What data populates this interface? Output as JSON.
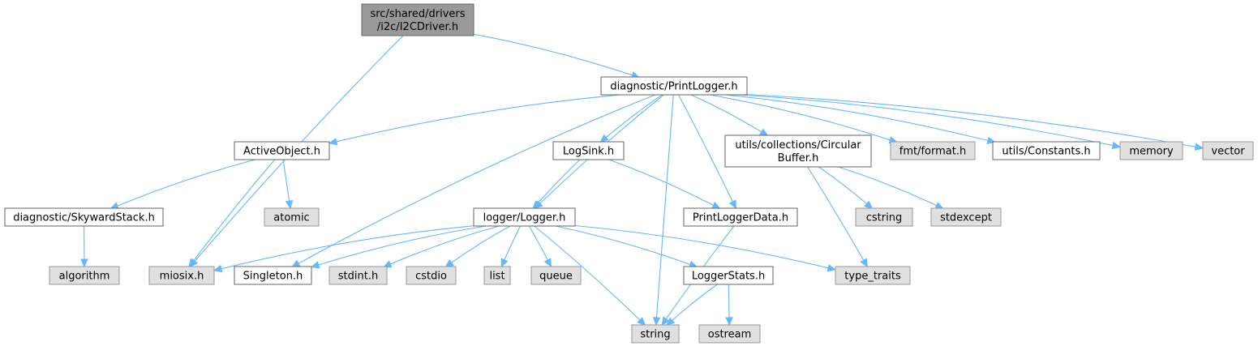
{
  "colors": {
    "edge": "#63b8ff",
    "root_fill": "#999999",
    "root_stroke": "#666666",
    "doc_fill": "#ffffff",
    "doc_stroke": "#666666",
    "ext_fill": "#e0e0e0",
    "ext_stroke": "#999999"
  },
  "nodes": [
    {
      "id": "i2c",
      "lines": [
        "src/shared/drivers",
        "/i2c/I2CDriver.h"
      ],
      "kind": "root"
    },
    {
      "id": "printlogger",
      "lines": [
        "diagnostic/PrintLogger.h"
      ],
      "kind": "doc"
    },
    {
      "id": "activeobject",
      "lines": [
        "ActiveObject.h"
      ],
      "kind": "doc"
    },
    {
      "id": "logsink",
      "lines": [
        "LogSink.h"
      ],
      "kind": "doc"
    },
    {
      "id": "circularbuffer",
      "lines": [
        "utils/collections/Circular",
        "Buffer.h"
      ],
      "kind": "doc"
    },
    {
      "id": "fmtformat",
      "lines": [
        "fmt/format.h"
      ],
      "kind": "ext"
    },
    {
      "id": "constants",
      "lines": [
        "utils/Constants.h"
      ],
      "kind": "doc"
    },
    {
      "id": "memory",
      "lines": [
        "memory"
      ],
      "kind": "ext"
    },
    {
      "id": "vector",
      "lines": [
        "vector"
      ],
      "kind": "ext"
    },
    {
      "id": "skywardstack",
      "lines": [
        "diagnostic/SkywardStack.h"
      ],
      "kind": "doc"
    },
    {
      "id": "atomic",
      "lines": [
        "atomic"
      ],
      "kind": "ext"
    },
    {
      "id": "logger",
      "lines": [
        "logger/Logger.h"
      ],
      "kind": "doc"
    },
    {
      "id": "printloggerdata",
      "lines": [
        "PrintLoggerData.h"
      ],
      "kind": "doc"
    },
    {
      "id": "cstring",
      "lines": [
        "cstring"
      ],
      "kind": "ext"
    },
    {
      "id": "stdexcept",
      "lines": [
        "stdexcept"
      ],
      "kind": "ext"
    },
    {
      "id": "algorithm",
      "lines": [
        "algorithm"
      ],
      "kind": "ext"
    },
    {
      "id": "miosix",
      "lines": [
        "miosix.h"
      ],
      "kind": "ext"
    },
    {
      "id": "singleton",
      "lines": [
        "Singleton.h"
      ],
      "kind": "doc"
    },
    {
      "id": "stdint",
      "lines": [
        "stdint.h"
      ],
      "kind": "ext"
    },
    {
      "id": "cstdio",
      "lines": [
        "cstdio"
      ],
      "kind": "ext"
    },
    {
      "id": "list",
      "lines": [
        "list"
      ],
      "kind": "ext"
    },
    {
      "id": "queue",
      "lines": [
        "queue"
      ],
      "kind": "ext"
    },
    {
      "id": "loggerstats",
      "lines": [
        "LoggerStats.h"
      ],
      "kind": "doc"
    },
    {
      "id": "typetraits",
      "lines": [
        "type_traits"
      ],
      "kind": "ext"
    },
    {
      "id": "string",
      "lines": [
        "string"
      ],
      "kind": "ext"
    },
    {
      "id": "ostream",
      "lines": [
        "ostream"
      ],
      "kind": "ext"
    }
  ],
  "edges": [
    {
      "from": "i2c",
      "to": "printlogger"
    },
    {
      "from": "i2c",
      "to": "miosix"
    },
    {
      "from": "printlogger",
      "to": "activeobject"
    },
    {
      "from": "printlogger",
      "to": "singleton"
    },
    {
      "from": "printlogger",
      "to": "logger"
    },
    {
      "from": "printlogger",
      "to": "logsink"
    },
    {
      "from": "printlogger",
      "to": "string"
    },
    {
      "from": "printlogger",
      "to": "printloggerdata"
    },
    {
      "from": "printlogger",
      "to": "circularbuffer"
    },
    {
      "from": "printlogger",
      "to": "fmtformat"
    },
    {
      "from": "printlogger",
      "to": "constants"
    },
    {
      "from": "printlogger",
      "to": "memory"
    },
    {
      "from": "printlogger",
      "to": "vector"
    },
    {
      "from": "activeobject",
      "to": "skywardstack"
    },
    {
      "from": "activeobject",
      "to": "miosix"
    },
    {
      "from": "activeobject",
      "to": "atomic"
    },
    {
      "from": "skywardstack",
      "to": "algorithm"
    },
    {
      "from": "logsink",
      "to": "logger"
    },
    {
      "from": "logsink",
      "to": "printloggerdata"
    },
    {
      "from": "circularbuffer",
      "to": "typetraits"
    },
    {
      "from": "circularbuffer",
      "to": "cstring"
    },
    {
      "from": "circularbuffer",
      "to": "stdexcept"
    },
    {
      "from": "logger",
      "to": "miosix"
    },
    {
      "from": "logger",
      "to": "singleton"
    },
    {
      "from": "logger",
      "to": "stdint"
    },
    {
      "from": "logger",
      "to": "cstdio"
    },
    {
      "from": "logger",
      "to": "list"
    },
    {
      "from": "logger",
      "to": "queue"
    },
    {
      "from": "logger",
      "to": "string"
    },
    {
      "from": "logger",
      "to": "loggerstats"
    },
    {
      "from": "logger",
      "to": "typetraits"
    },
    {
      "from": "printloggerdata",
      "to": "string"
    },
    {
      "from": "loggerstats",
      "to": "string"
    },
    {
      "from": "loggerstats",
      "to": "ostream"
    }
  ]
}
